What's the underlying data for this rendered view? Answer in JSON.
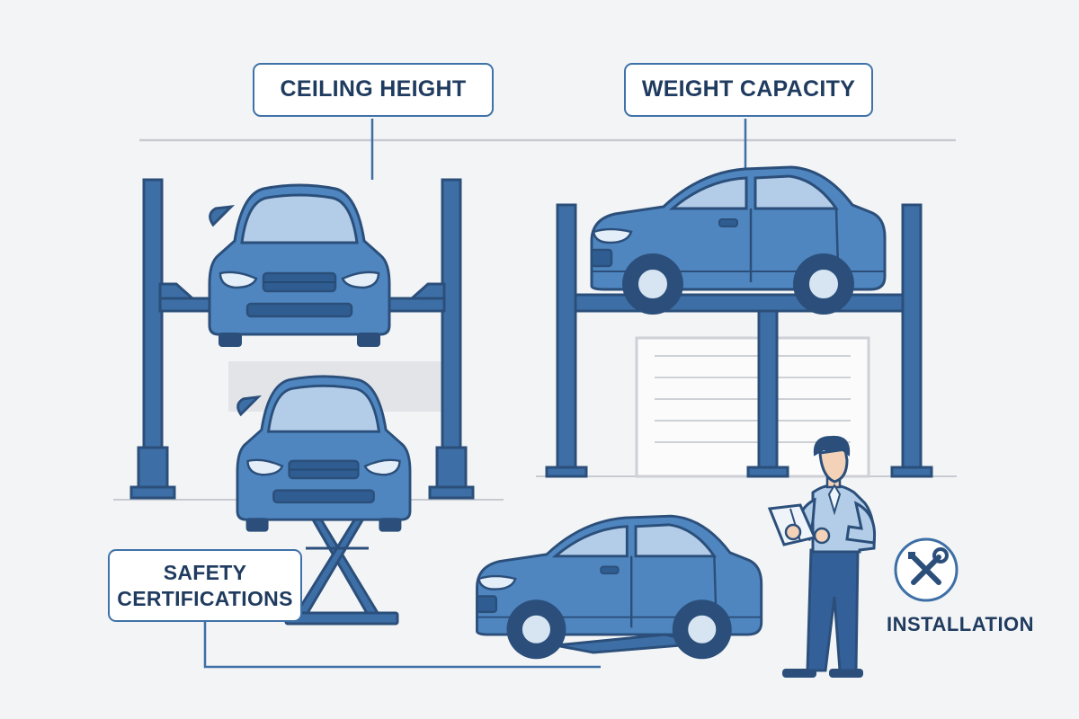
{
  "labels": {
    "ceiling_height": "CEILING HEIGHT",
    "weight_capacity": "WEIGHT CAPACITY",
    "safety_line1": "SAFETY",
    "safety_line2": "CERTIFICATIONS",
    "installation": "INSTALLATION"
  },
  "icons": {
    "installation": "wrench-screwdriver-icon"
  },
  "colors": {
    "lift_blue": "#3d6fa6",
    "car_blue": "#4f86c0",
    "outline": "#2b4f7a",
    "window": "#b3cde8",
    "background": "#f3f4f6"
  }
}
